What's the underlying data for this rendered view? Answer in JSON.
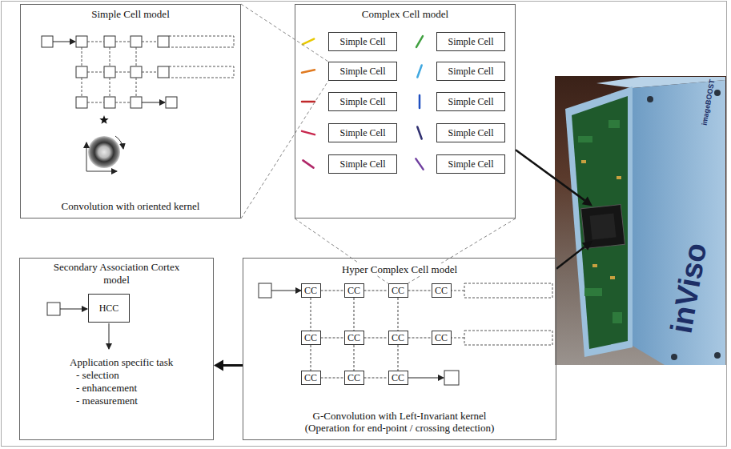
{
  "diagram": {
    "nodes": [
      {
        "text": [
          "Simple Cell model",
          "Convolution with oriented kernel"
        ]
      },
      {
        "text": [
          "Complex Cell model"
        ]
      },
      {
        "text": [
          "Simple Cell"
        ],
        "in": 1
      },
      {
        "text": [
          "Simple Cell"
        ],
        "in": 1
      },
      {
        "text": [
          "Simple Cell"
        ],
        "in": 1
      },
      {
        "text": [
          "Simple Cell"
        ],
        "in": 1
      },
      {
        "text": [
          "Simple Cell"
        ],
        "in": 1
      },
      {
        "text": [
          "Simple Cell"
        ],
        "in": 1
      },
      {
        "text": [
          "Simple Cell"
        ],
        "in": 1
      },
      {
        "text": [
          "Simple Cell"
        ],
        "in": 1
      },
      {
        "text": [
          "Simple Cell"
        ],
        "in": 1
      },
      {
        "text": [
          "Simple Cell"
        ],
        "in": 1
      },
      {
        "text": [
          "inViso",
          "imageBOOST"
        ]
      },
      {
        "text": [
          "Secondary Association Cortex model",
          "Application specific task",
          "- selection",
          "- enhancement",
          "- measurement"
        ]
      },
      {
        "text": [
          "HCC"
        ],
        "in": 13
      },
      {
        "text": [
          "Hyper Complex Cell model",
          "G-Convolution with Left-Invariant kernel",
          "(Operation for end-point / crossing detection)"
        ]
      },
      {
        "text": [
          "CC"
        ],
        "in": 15
      },
      {
        "text": [
          "CC"
        ],
        "in": 15
      },
      {
        "text": [
          "CC"
        ],
        "in": 15
      },
      {
        "text": [
          "CC"
        ],
        "in": 15
      },
      {
        "text": [
          "CC"
        ],
        "in": 15
      },
      {
        "text": [
          "CC"
        ],
        "in": 15
      },
      {
        "text": [
          "CC"
        ],
        "in": 15
      },
      {
        "text": [
          "CC"
        ],
        "in": 15
      },
      {
        "text": [
          "CC"
        ],
        "in": 15
      },
      {
        "text": [
          "CC"
        ],
        "in": 15
      },
      {
        "text": [
          "CC"
        ],
        "in": 15
      }
    ],
    "edges": [
      {
        "from": 0,
        "to": 4,
        "arrow": "none"
      },
      {
        "from": 1,
        "to": 18,
        "arrow": "none"
      },
      {
        "from": 1,
        "to": 12,
        "arrow": "to"
      },
      {
        "from": 15,
        "to": 12,
        "arrow": "to"
      },
      {
        "from": 15,
        "to": 13,
        "arrow": "to"
      },
      {
        "from": 16,
        "to": 17,
        "arrow": "none"
      },
      {
        "from": 17,
        "to": 18,
        "arrow": "none"
      },
      {
        "from": 18,
        "to": 19,
        "arrow": "none"
      },
      {
        "from": 20,
        "to": 21,
        "arrow": "none"
      },
      {
        "from": 21,
        "to": 22,
        "arrow": "none"
      },
      {
        "from": 22,
        "to": 23,
        "arrow": "none"
      },
      {
        "from": 24,
        "to": 25,
        "arrow": "none"
      },
      {
        "from": 25,
        "to": 26,
        "arrow": "none"
      },
      {
        "from": 16,
        "to": 20,
        "arrow": "none"
      },
      {
        "from": 17,
        "to": 21,
        "arrow": "none"
      },
      {
        "from": 18,
        "to": 22,
        "arrow": "none"
      },
      {
        "from": 20,
        "to": 24,
        "arrow": "none"
      },
      {
        "from": 21,
        "to": 25,
        "arrow": "none"
      },
      {
        "from": 22,
        "to": 26,
        "arrow": "none"
      }
    ]
  }
}
